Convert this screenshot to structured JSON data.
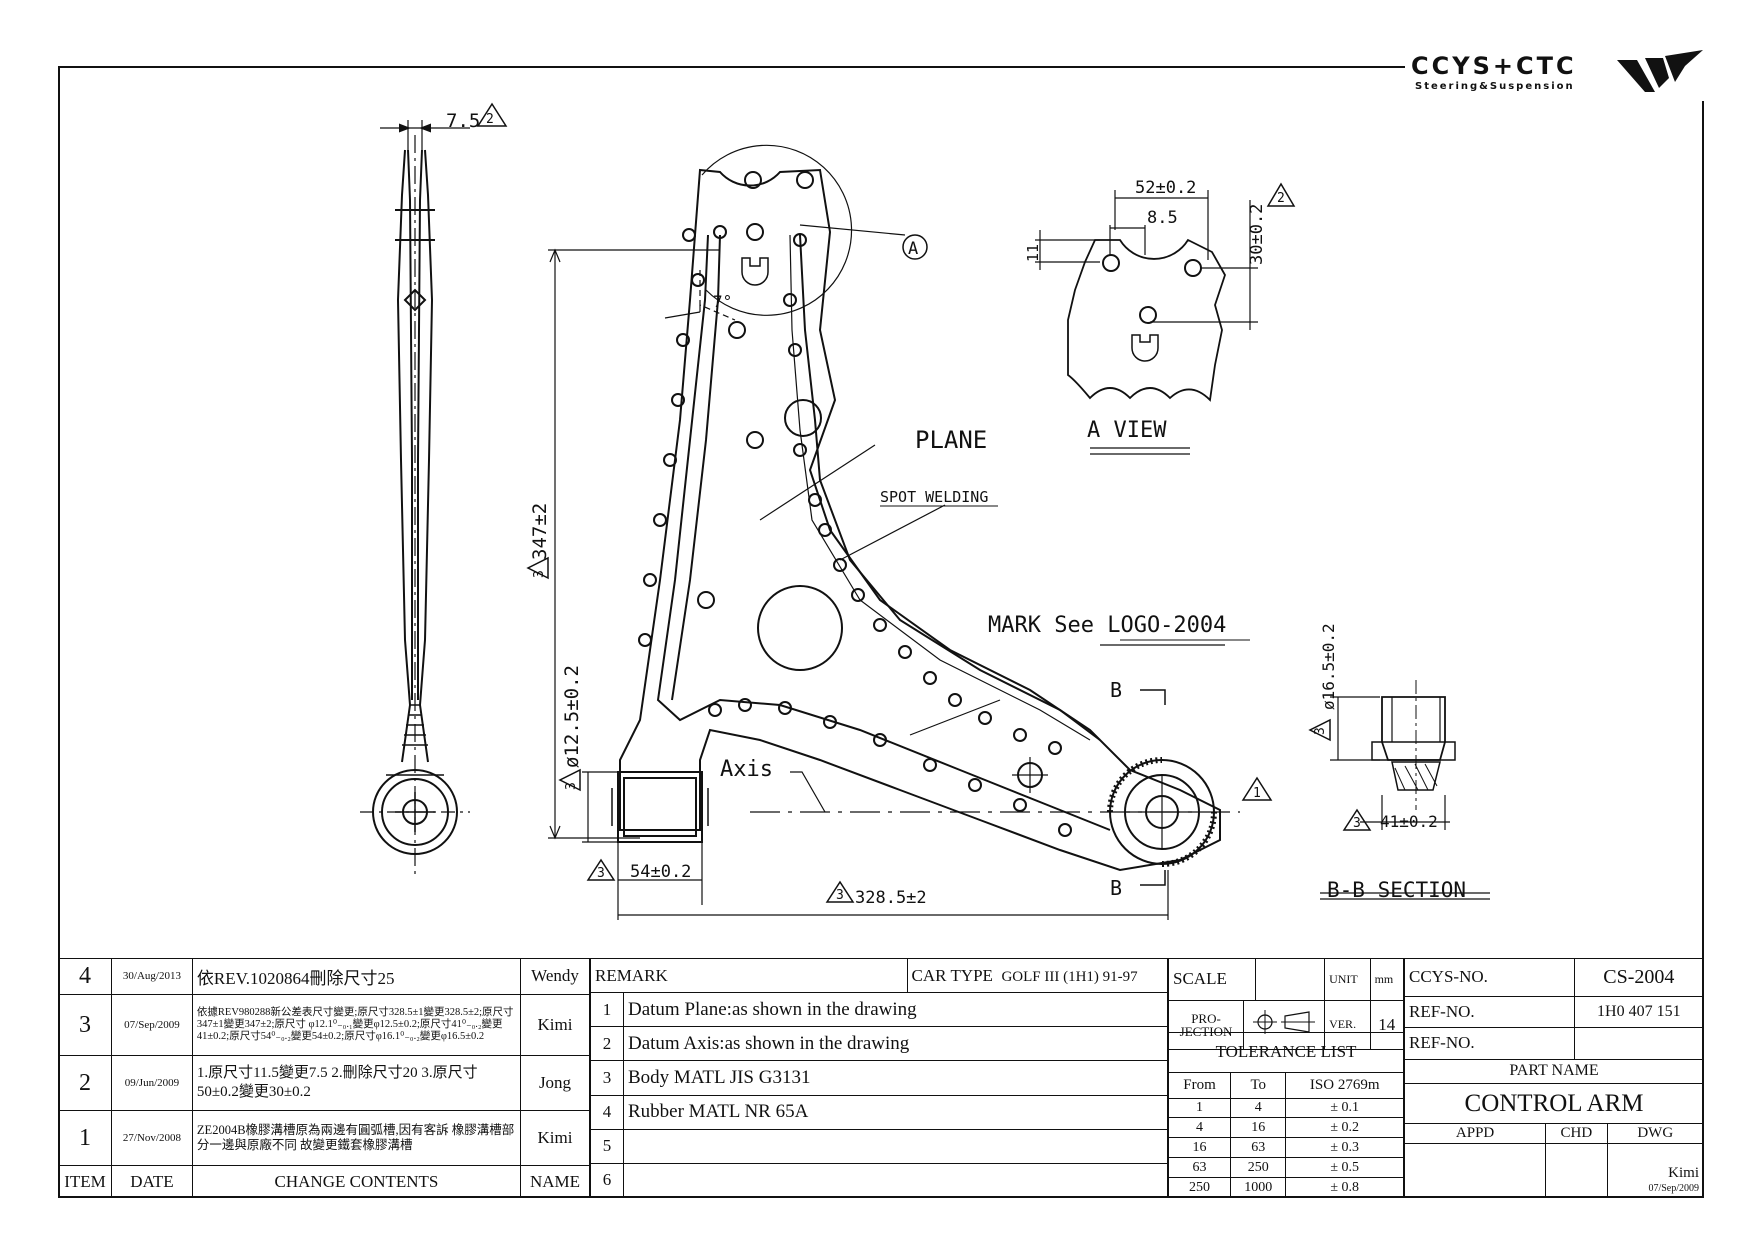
{
  "logo": {
    "brand": "CCYS+CTC",
    "tagline": "Steering&Suspension"
  },
  "drawing": {
    "dim_top_width": "7.5",
    "dim_top_rev": "2",
    "dim_height": "347±2",
    "dim_height_rev": "3",
    "dim_bush_dia": "ø12.5±0.2",
    "dim_bush_dia_rev": "3",
    "dim_bush_width": "54±0.2",
    "dim_bush_width_rev": "3",
    "dim_length": "328.5±2",
    "dim_length_rev": "3",
    "angle": "7°",
    "detail_label": "A",
    "plane_label": "PLANE",
    "spot_welding_label": "SPOT WELDING",
    "mark_label": "MARK See LOGO-2004",
    "axis_label": "Axis",
    "section_mark": "B",
    "rev1_mark": "1",
    "a_view": {
      "title": "A VIEW",
      "dim_52": "52±0.2",
      "dim_85": "8.5",
      "dim_11": "11",
      "dim_30": "30±0.2",
      "rev": "2"
    },
    "bb_section": {
      "title": "B-B SECTION",
      "dim_dia": "ø16.5±0.2",
      "dim_dia_rev": "3",
      "dim_width": "41±0.2",
      "dim_width_rev": "3"
    }
  },
  "revisions": [
    {
      "item": "4",
      "date": "30/Aug/2013",
      "content": "依REV.1020864刪除尺寸25",
      "name": "Wendy"
    },
    {
      "item": "3",
      "date": "07/Sep/2009",
      "content": "依據REV980288新公差表尺寸變更;原尺寸328.5±1變更328.5±2;原尺寸347±1變更347±2;原尺寸 φ12.1⁰₋₀.₁變更φ12.5±0.2;原尺寸41⁰₋₀.₂變更41±0.2;原尺寸54⁰₋₀.₂變更54±0.2;原尺寸φ16.1⁰₋₀.₂變更φ16.5±0.2",
      "name": "Kimi"
    },
    {
      "item": "2",
      "date": "09/Jun/2009",
      "content": "1.原尺寸11.5變更7.5 2.刪除尺寸20 3.原尺寸50±0.2變更30±0.2",
      "name": "Jong"
    },
    {
      "item": "1",
      "date": "27/Nov/2008",
      "content": "ZE2004B橡膠溝槽原為兩邊有圓弧槽,因有客訴 橡膠溝槽部分一邊與原廠不同 故變更鐵套橡膠溝槽",
      "name": "Kimi"
    }
  ],
  "revision_headers": {
    "item": "ITEM",
    "date": "DATE",
    "content": "CHANGE CONTENTS",
    "name": "NAME"
  },
  "remarks": {
    "header": "REMARK",
    "car_type_label": "CAR TYPE",
    "car_type": "GOLF III (1H1) 91-97",
    "items": [
      {
        "no": "1",
        "text": "Datum Plane:as shown in the drawing"
      },
      {
        "no": "2",
        "text": "Datum Axis:as shown in the drawing"
      },
      {
        "no": "3",
        "text": "Body MATL JIS G3131"
      },
      {
        "no": "4",
        "text": "Rubber MATL NR 65A"
      },
      {
        "no": "5",
        "text": ""
      },
      {
        "no": "6",
        "text": ""
      }
    ]
  },
  "scale_block": {
    "scale_label": "SCALE",
    "scale_value": "",
    "unit_label": "UNIT",
    "unit_value": "mm",
    "projection_label": "PRO-JECTION",
    "ver_label": "VER.",
    "ver_value": "14"
  },
  "tolerance": {
    "title": "TOLERANCE LIST",
    "headers": [
      "From",
      "To",
      "ISO 2769m"
    ],
    "rows": [
      [
        "1",
        "4",
        "± 0.1"
      ],
      [
        "4",
        "16",
        "± 0.2"
      ],
      [
        "16",
        "63",
        "± 0.3"
      ],
      [
        "63",
        "250",
        "± 0.5"
      ],
      [
        "250",
        "1000",
        "± 0.8"
      ]
    ]
  },
  "part": {
    "ccys_no_label": "CCYS-NO.",
    "ccys_no": "CS-2004",
    "ref_no_label": "REF-NO.",
    "ref_no": "1H0 407 151",
    "ref_no2_label": "REF-NO.",
    "ref_no2": "",
    "part_name_label": "PART NAME",
    "part_name": "CONTROL ARM",
    "appd_label": "APPD",
    "chd_label": "CHD",
    "dwg_label": "DWG",
    "dwg_name": "Kimi",
    "dwg_date": "07/Sep/2009"
  }
}
